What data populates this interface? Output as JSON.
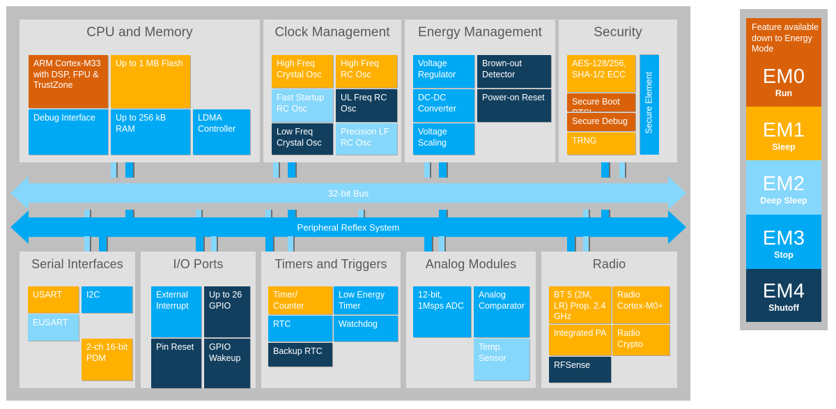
{
  "diagram": {
    "buses": [
      {
        "name": "bus-32bit",
        "label": "32-bit Bus"
      },
      {
        "name": "bus-prs",
        "label": "Peripheral Reflex System"
      }
    ],
    "groups": [
      {
        "id": "cpu-and-memory",
        "title": "CPU and Memory",
        "blocks": [
          {
            "label": "ARM Cortex-M33 with DSP, FPU & TrustZone",
            "color": "#d9610a",
            "mode": "EM0"
          },
          {
            "label": "Up to 1 MB Flash",
            "color": "#ffb000",
            "mode": "EM1"
          },
          {
            "label": "Debug Interface",
            "color": "#00a9f4",
            "mode": "EM3"
          },
          {
            "label": "Up to 256 kB RAM",
            "color": "#00a9f4",
            "mode": "EM3"
          },
          {
            "label": "LDMA Controller",
            "color": "#00a9f4",
            "mode": "EM3"
          }
        ]
      },
      {
        "id": "clock-management",
        "title": "Clock Management",
        "blocks": [
          {
            "label": "High Freq Crystal Osc",
            "color": "#ffb000",
            "mode": "EM1"
          },
          {
            "label": "High Freq RC Osc",
            "color": "#ffb000",
            "mode": "EM1"
          },
          {
            "label": "Fast Startup RC Osc",
            "color": "#85d7fb",
            "mode": "EM2"
          },
          {
            "label": "UL Freq RC Osc",
            "color": "#123f5e",
            "mode": "EM4"
          },
          {
            "label": "Low Freq Crystal Osc",
            "color": "#123f5e",
            "mode": "EM4"
          },
          {
            "label": "Precision LF RC Osc",
            "color": "#85d7fb",
            "mode": "EM2"
          }
        ]
      },
      {
        "id": "energy-management",
        "title": "Energy Management",
        "blocks": [
          {
            "label": "Voltage Regulator",
            "color": "#00a9f4",
            "mode": "EM3"
          },
          {
            "label": "Brown-out Detector",
            "color": "#123f5e",
            "mode": "EM4"
          },
          {
            "label": "DC-DC Converter",
            "color": "#00a9f4",
            "mode": "EM3"
          },
          {
            "label": "Power-on Reset",
            "color": "#123f5e",
            "mode": "EM4"
          },
          {
            "label": "Voltage Scaling",
            "color": "#00a9f4",
            "mode": "EM3"
          }
        ]
      },
      {
        "id": "security",
        "title": "Security",
        "blocks": [
          {
            "label": "AES-128/256, SHA-1/2 ECC",
            "color": "#ffb000",
            "mode": "EM1"
          },
          {
            "label": "Secure Boot RTSL",
            "color": "#d9610a",
            "mode": "EM0"
          },
          {
            "label": "Secure Debug",
            "color": "#d9610a",
            "mode": "EM0"
          },
          {
            "label": "TRNG",
            "color": "#ffb000",
            "mode": "EM1"
          },
          {
            "label": "Secure Element",
            "color": "#00a9f4",
            "mode": "EM3",
            "vertical": true
          }
        ]
      },
      {
        "id": "serial-interfaces",
        "title": "Serial Interfaces",
        "blocks": [
          {
            "label": "USART",
            "color": "#ffb000",
            "mode": "EM1"
          },
          {
            "label": "I2C",
            "color": "#00a9f4",
            "mode": "EM3"
          },
          {
            "label": "EUSART",
            "color": "#85d7fb",
            "mode": "EM2"
          },
          {
            "label": "2-ch 16-bit PDM",
            "color": "#ffb000",
            "mode": "EM1"
          }
        ]
      },
      {
        "id": "io-ports",
        "title": "I/O Ports",
        "blocks": [
          {
            "label": "External Interrupt",
            "color": "#00a9f4",
            "mode": "EM3"
          },
          {
            "label": "Up to 26 GPIO",
            "color": "#123f5e",
            "mode": "EM4"
          },
          {
            "label": "Pin Reset",
            "color": "#123f5e",
            "mode": "EM4"
          },
          {
            "label": "GPIO Wakeup",
            "color": "#123f5e",
            "mode": "EM4"
          }
        ]
      },
      {
        "id": "timers-and-triggers",
        "title": "Timers and Triggers",
        "blocks": [
          {
            "label": "Timer/ Counter",
            "color": "#ffb000",
            "mode": "EM1"
          },
          {
            "label": "Low Energy Timer",
            "color": "#00a9f4",
            "mode": "EM3"
          },
          {
            "label": "RTC",
            "color": "#00a9f4",
            "mode": "EM3"
          },
          {
            "label": "Watchdog",
            "color": "#00a9f4",
            "mode": "EM3"
          },
          {
            "label": "Backup RTC",
            "color": "#123f5e",
            "mode": "EM4"
          }
        ]
      },
      {
        "id": "analog-modules",
        "title": "Analog Modules",
        "blocks": [
          {
            "label": "12-bit, 1Msps ADC",
            "color": "#00a9f4",
            "mode": "EM3"
          },
          {
            "label": "Analog Comparator",
            "color": "#00a9f4",
            "mode": "EM3"
          },
          {
            "label": "Temp. Sensor",
            "color": "#85d7fb",
            "mode": "EM2"
          }
        ]
      },
      {
        "id": "radio",
        "title": "Radio",
        "blocks": [
          {
            "label": "BT 5 (2M, LR) Prop. 2.4 GHz",
            "color": "#ffb000",
            "mode": "EM1"
          },
          {
            "label": "Radio Cortex-M0+",
            "color": "#ffb000",
            "mode": "EM1"
          },
          {
            "label": "Integrated PA",
            "color": "#ffb000",
            "mode": "EM1"
          },
          {
            "label": "Radio Crypto",
            "color": "#ffb000",
            "mode": "EM1"
          },
          {
            "label": "RFSense",
            "color": "#123f5e",
            "mode": "EM4"
          }
        ]
      }
    ]
  },
  "legend": {
    "header": "Feature available down to Energy Mode",
    "modes": [
      {
        "code": "EM0",
        "name": "Run",
        "color": "#d9610a"
      },
      {
        "code": "EM1",
        "name": "Sleep",
        "color": "#ffb000"
      },
      {
        "code": "EM2",
        "name": "Deep Sleep",
        "color": "#85d7fb"
      },
      {
        "code": "EM3",
        "name": "Stop",
        "color": "#00a9f4"
      },
      {
        "code": "EM4",
        "name": "Shutoff",
        "color": "#123f5e"
      }
    ]
  },
  "colors": {
    "canvas": "#bfbfbf",
    "panel": "#e0e0e0",
    "page": "#ffffff",
    "title_text": "#595959",
    "bus_32bit": "#85d7fb",
    "bus_prs": "#00a9f4"
  }
}
